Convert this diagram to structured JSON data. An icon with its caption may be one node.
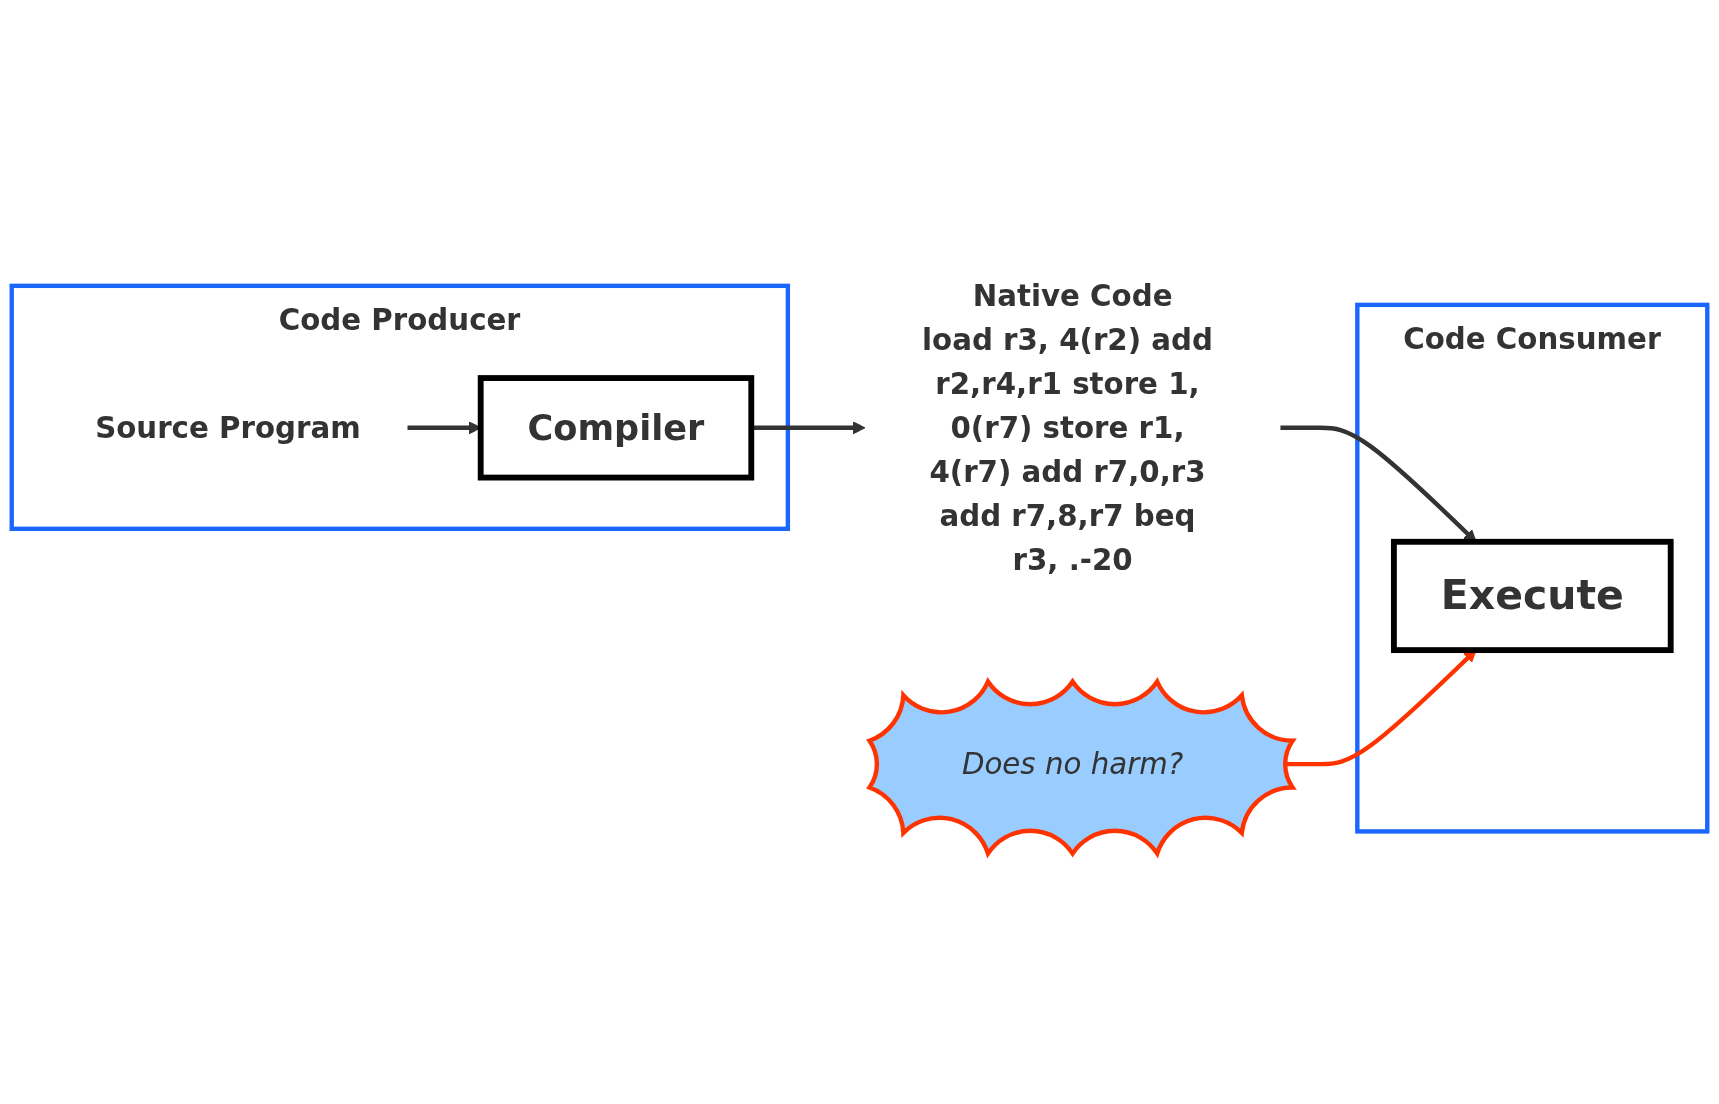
{
  "diagram": {
    "nodes": [
      {
        "text": [
          "Code Producer"
        ]
      },
      {
        "text": [
          "Source Program"
        ],
        "in": 0
      },
      {
        "text": [
          "Compiler"
        ],
        "in": 0
      },
      {
        "text": [
          "Native Code",
          "load r3, 4(r2) add r2,r4,r1 store 1, 0(r7) store r1, 4(r7) add r7,0,r3 add r7,8,r7 beq r3, .-20"
        ]
      },
      {
        "text": [
          "Code Consumer"
        ]
      },
      {
        "text": [
          "Execute"
        ],
        "in": 4
      },
      {
        "text": [
          "Does no harm?"
        ]
      }
    ],
    "edges": [
      {
        "from": 1,
        "to": 2,
        "arrow": "to"
      },
      {
        "from": 2,
        "to": 3,
        "arrow": "to"
      },
      {
        "from": 3,
        "to": 5,
        "arrow": "to"
      },
      {
        "from": 6,
        "to": 5,
        "arrow": "to",
        "color": "#ff3300"
      }
    ]
  }
}
